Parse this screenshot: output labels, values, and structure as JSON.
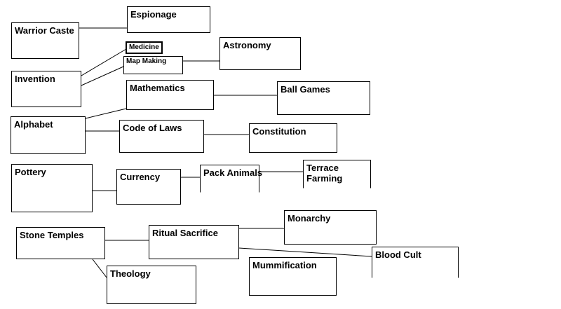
{
  "diagram": {
    "line_color": "#000000",
    "nodes": {
      "warrior_caste": "Warrior Caste",
      "espionage": "Espionage",
      "medicine": "Medicine",
      "map_making": "Map Making",
      "astronomy": "Astronomy",
      "invention": "Invention",
      "mathematics": "Mathematics",
      "ball_games": "Ball Games",
      "alphabet": "Alphabet",
      "code_of_laws": "Code of Laws",
      "constitution": "Constitution",
      "pottery": "Pottery",
      "currency": "Currency",
      "pack_animals": "Pack Animals",
      "terrace_farming": "Terrace Farming",
      "stone_temples": "Stone Temples",
      "ritual_sacrifice": "Ritual Sacrifice",
      "monarchy": "Monarchy",
      "blood_cult": "Blood Cult",
      "theology": "Theology",
      "mummification": "Mummification"
    },
    "edges": [
      [
        "warrior_caste",
        "espionage"
      ],
      [
        "invention",
        "medicine"
      ],
      [
        "invention",
        "map_making"
      ],
      [
        "map_making",
        "astronomy"
      ],
      [
        "alphabet",
        "mathematics"
      ],
      [
        "mathematics",
        "ball_games"
      ],
      [
        "alphabet",
        "code_of_laws"
      ],
      [
        "code_of_laws",
        "constitution"
      ],
      [
        "pottery",
        "currency"
      ],
      [
        "currency",
        "pack_animals"
      ],
      [
        "pack_animals",
        "terrace_farming"
      ],
      [
        "stone_temples",
        "ritual_sacrifice"
      ],
      [
        "stone_temples",
        "theology"
      ],
      [
        "ritual_sacrifice",
        "monarchy"
      ],
      [
        "ritual_sacrifice",
        "blood_cult"
      ]
    ]
  }
}
